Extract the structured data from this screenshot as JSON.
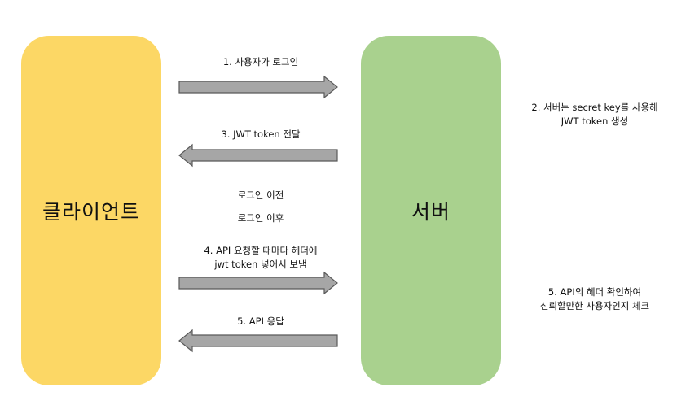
{
  "client": {
    "label": "클라이언트"
  },
  "server": {
    "label": "서버"
  },
  "steps": {
    "login": "1. 사용자가 로그인",
    "deliver": "3. JWT token 전달",
    "request_line1": "4. API 요청할 때마다 헤더에",
    "request_line2": "jwt token 넣어서 보냄",
    "response": "5. API 응답"
  },
  "divider": {
    "before": "로그인 이전",
    "after": "로그인 이후"
  },
  "server_notes": {
    "generate_line1": "2. 서버는 secret key를 사용해",
    "generate_line2": "JWT token 생성",
    "verify_line1": "5. API의 헤더 확인하여",
    "verify_line2": "신뢰할만한 사용자인지 체크"
  },
  "colors": {
    "client": "#fcd765",
    "server": "#a9d18e",
    "arrow_fill": "#a6a6a6",
    "arrow_stroke": "#595959"
  }
}
